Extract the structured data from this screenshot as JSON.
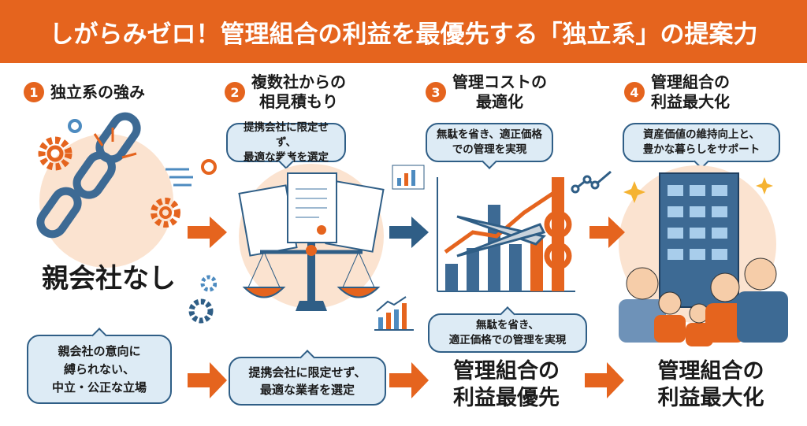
{
  "header": {
    "title": "しがらみゼロ！管理組合の利益を最優先する「独立系」の提案力"
  },
  "steps": [
    {
      "number": "1",
      "title": "独立系の強み"
    },
    {
      "number": "2",
      "title": "複数社からの相見積もり"
    },
    {
      "number": "3",
      "title": "管理コストの最適化"
    },
    {
      "number": "4",
      "title": "管理組合の利益最大化"
    }
  ],
  "step_titles_lines": [
    [
      "独立系の強み"
    ],
    [
      "複数社からの",
      "相見積もり"
    ],
    [
      "管理コストの",
      "最適化"
    ],
    [
      "管理組合の",
      "利益最大化"
    ]
  ],
  "top_bubbles": {
    "step2": [
      "提携会社に限定せず、",
      "最適な業者を選定"
    ],
    "step3": [
      "無駄を省き、適正価格",
      "での管理を実現"
    ],
    "step4": [
      "資産価値の維持向上と、",
      "豊かな暮らしをサポート"
    ]
  },
  "step1_caption": "親会社なし",
  "bottom": {
    "bubble1": [
      "親会社の意向に",
      "縛られない、",
      "中立・公正な立場"
    ],
    "bubble2": [
      "提携会社に限定せず、",
      "最適な業者を選定"
    ],
    "bubble3": [
      "無駄を省き、",
      "適正価格での管理を実現"
    ],
    "result3": [
      "管理組合の",
      "利益最優先"
    ],
    "result4": [
      "管理組合の",
      "利益最大化"
    ]
  },
  "colors": {
    "accent": "#E5641E",
    "navy": "#2F5E86",
    "bubble_fill": "#DDEBF5",
    "peach": "#FBE3D0"
  }
}
